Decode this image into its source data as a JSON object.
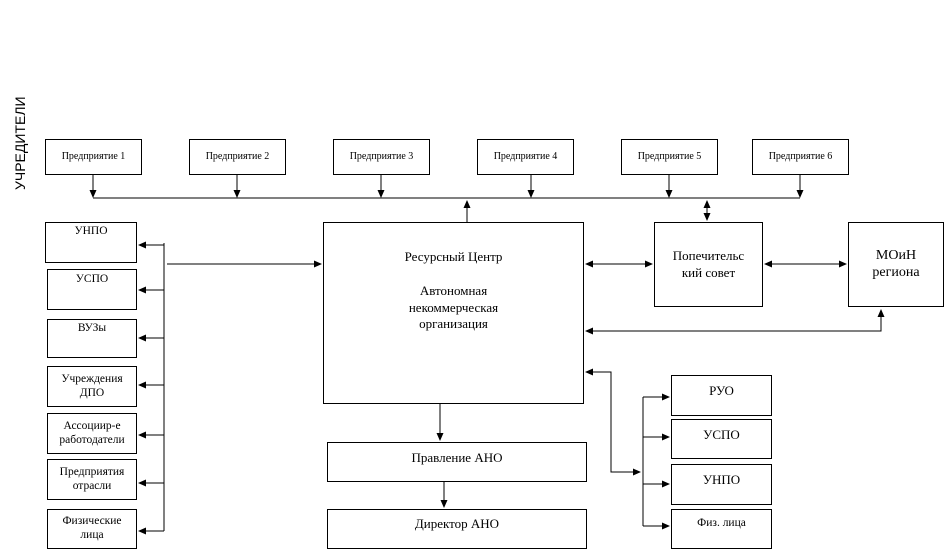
{
  "founders_label": "УЧРЕДИТЕЛИ",
  "founders": [
    "Предприятие 1",
    "Предприятие 2",
    "Предприятие 3",
    "Предприятие 4",
    "Предприятие 5",
    "Предприятие 6"
  ],
  "center": {
    "title": "Ресурсный Центр",
    "subtitle": "Автономная\nнекоммерческая\nорганизация"
  },
  "board": "Попечительс\nкий совет",
  "ministry": "МОиН\nрегиона",
  "left_partners": [
    "УНПО",
    "УСПО",
    "ВУЗы",
    "Учреждения\nДПО",
    "Ассоциир-е\nработодатели",
    "Предприятия\nотрасли",
    "Физические\nлица"
  ],
  "management": {
    "board": "Правление АНО",
    "director": "Директор АНО"
  },
  "right_partners": [
    "РУО",
    "УСПО",
    "УНПО",
    "Физ. лица"
  ]
}
